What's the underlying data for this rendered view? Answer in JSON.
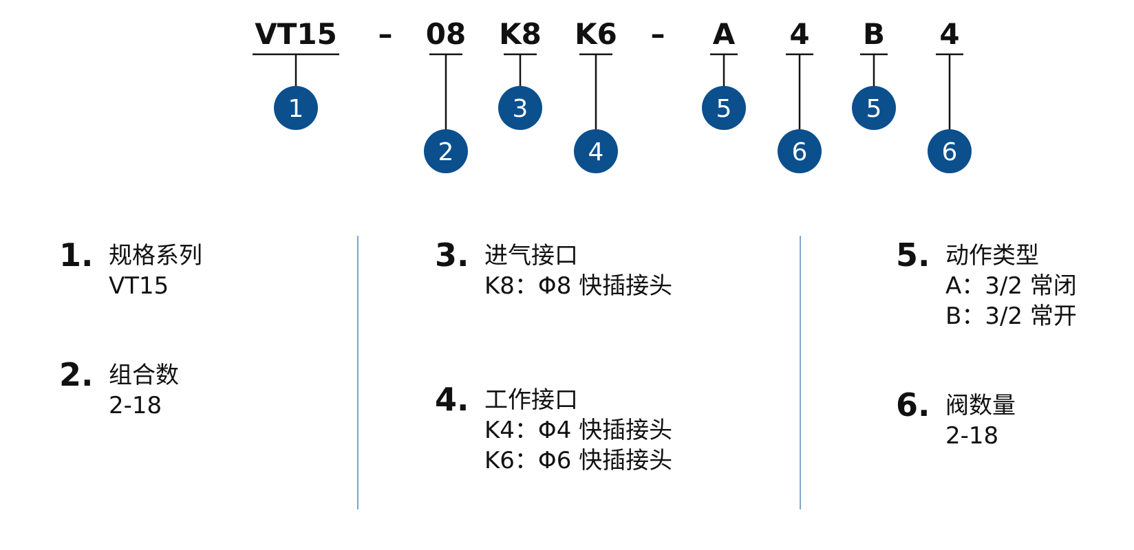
{
  "colors": {
    "badge": "#0b4f8d",
    "divider": "#7ea6c8",
    "text": "#111111"
  },
  "code": {
    "segments": [
      "VT15",
      "–",
      "08",
      "K8",
      "K6",
      "–",
      "A",
      "4",
      "B",
      "4"
    ],
    "badges": [
      "1",
      "2",
      "3",
      "4",
      "5",
      "6",
      "5",
      "6"
    ]
  },
  "legend": [
    {
      "num": "1.",
      "title": "规格系列",
      "lines": [
        "VT15"
      ]
    },
    {
      "num": "2.",
      "title": "组合数",
      "lines": [
        "2-18"
      ]
    },
    {
      "num": "3.",
      "title": "进气接口",
      "lines": [
        "K8：Φ8 快插接头"
      ]
    },
    {
      "num": "4.",
      "title": "工作接口",
      "lines": [
        "K4：Φ4 快插接头",
        "K6：Φ6 快插接头"
      ]
    },
    {
      "num": "5.",
      "title": "动作类型",
      "lines": [
        "A：3/2 常闭",
        "B：3/2 常开"
      ]
    },
    {
      "num": "6.",
      "title": "阀数量",
      "lines": [
        "2-18"
      ]
    }
  ]
}
